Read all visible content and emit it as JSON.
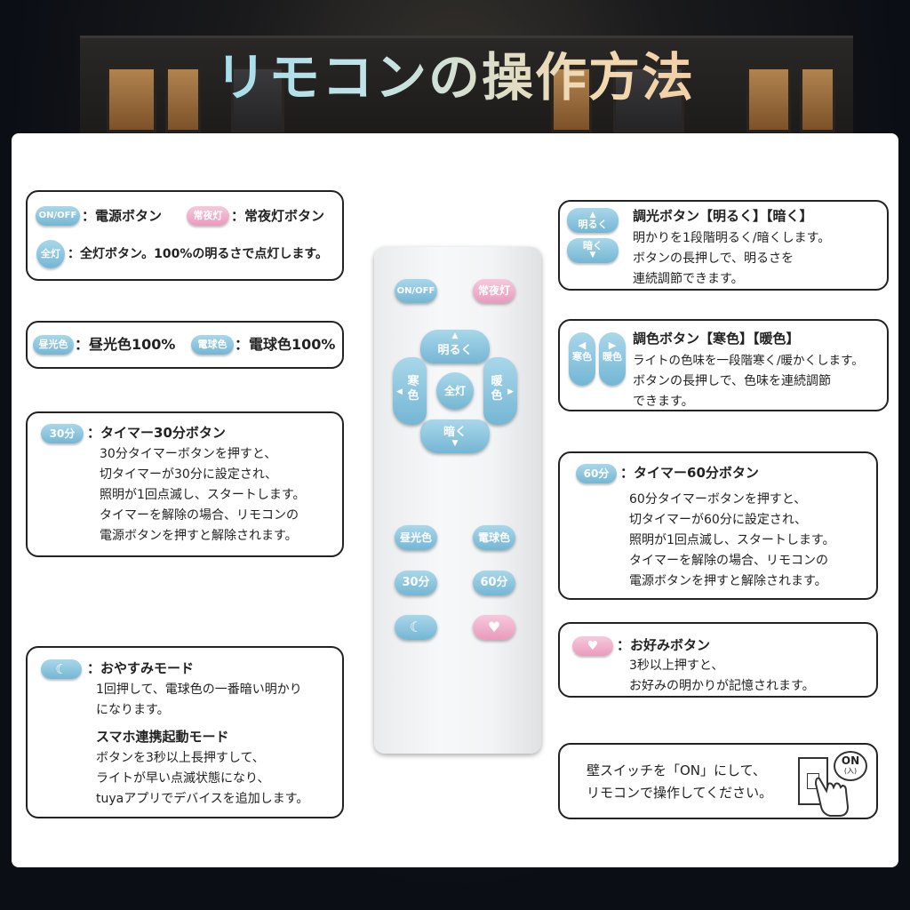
{
  "title": "リモコンの操作方法",
  "colors": {
    "button_blue": "#8cc5df",
    "button_pink": "#f0b2cd",
    "panel": "#ffffff"
  },
  "box1": {
    "onoff_pill": "ON/OFF",
    "onoff_text": "：電源ボタン",
    "joyato_pill": "常夜灯",
    "joyato_text": "：常夜灯ボタン",
    "zento_pill": "全灯",
    "zento_text": "：全灯ボタン。100%の明るさで点灯します。"
  },
  "box2": {
    "daylight_pill": "昼光色",
    "daylight_text": "：昼光色100%",
    "bulb_pill": "電球色",
    "bulb_text": "：電球色100%"
  },
  "box3": {
    "pill": "30分",
    "heading": "：タイマー30分ボタン",
    "lines": [
      "30分タイマーボタンを押すと、",
      "切タイマーが30分に設定され、",
      "照明が1回点滅し、スタートします。",
      "タイマーを解除の場合、リモコンの",
      "電源ボタンを押すと解除されます。"
    ]
  },
  "box4": {
    "icon": "moon-icon",
    "heading": "：おやすみモード",
    "lines": [
      "1回押して、電球色の一番暗い明かり",
      "になります。"
    ],
    "heading2": "スマホ連携起動モード",
    "lines2": [
      "ボタンを3秒以上長押すして、",
      "ライトが早い点滅状態になり、",
      "tuyaアプリでデバイスを追加します。"
    ]
  },
  "box5": {
    "up_pill": "明るく",
    "down_pill": "暗く",
    "heading": "調光ボタン【明るく】【暗く】",
    "lines": [
      "明かりを1段階明るく/暗くします。",
      "ボタンの長押しで、明るさを",
      "連続調節できます。"
    ]
  },
  "box6": {
    "cold_pill": "寒色",
    "warm_pill": "暖色",
    "heading": "調色ボタン【寒色】【暖色】",
    "lines": [
      "ライトの色味を一段階寒く/暖かくします。",
      "ボタンの長押しで、色味を連続調節",
      "できます。"
    ]
  },
  "box7": {
    "pill": "60分",
    "heading": "：タイマー60分ボタン",
    "lines": [
      "60分タイマーボタンを押すと、",
      "切タイマーが60分に設定され、",
      "照明が1回点滅し、スタートします。",
      "タイマーを解除の場合、リモコンの",
      "電源ボタンを押すと解除されます。"
    ]
  },
  "box8": {
    "icon": "heart-icon",
    "heading": "：お好みボタン",
    "lines": [
      "3秒以上押すと、",
      "お好みの明かりが記憶されます。"
    ]
  },
  "box9": {
    "lines": [
      "壁スイッチを「ON」にして、",
      "リモコンで操作してください。"
    ],
    "on_label": "ON",
    "on_sub": "(入)"
  },
  "remote": {
    "onoff": "ON/OFF",
    "joyato": "常夜灯",
    "up": "明るく",
    "down": "暗く",
    "cold": "寒色",
    "warm": "暖色",
    "center": "全灯",
    "daylight": "昼光色",
    "bulb": "電球色",
    "t30": "30分",
    "t60": "60分"
  }
}
